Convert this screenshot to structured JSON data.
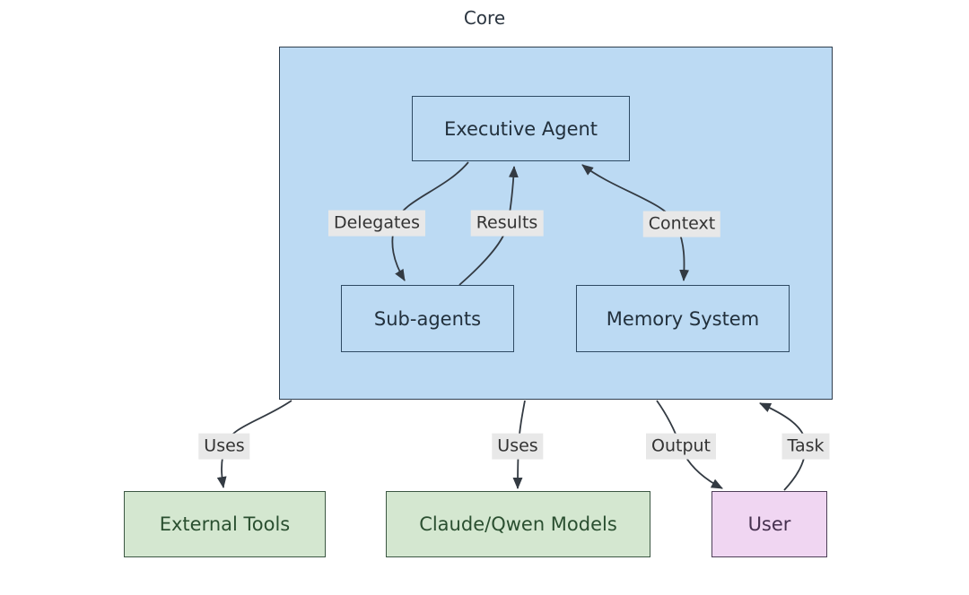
{
  "diagram": {
    "type": "flowchart",
    "cluster": {
      "label": "Core"
    },
    "nodes": {
      "executive_agent": "Executive Agent",
      "sub_agents": "Sub-agents",
      "memory_system": "Memory System",
      "external_tools": "External Tools",
      "claude_qwen_models": "Claude/Qwen Models",
      "user": "User"
    },
    "edge_labels": {
      "delegates": "Delegates",
      "results": "Results",
      "context": "Context",
      "uses_tools": "Uses",
      "uses_models": "Uses",
      "output": "Output",
      "task": "Task"
    },
    "edges": [
      {
        "from": "Executive Agent",
        "to": "Sub-agents",
        "label": "Delegates",
        "arrow": "forward"
      },
      {
        "from": "Sub-agents",
        "to": "Executive Agent",
        "label": "Results",
        "arrow": "forward"
      },
      {
        "from": "Executive Agent",
        "to": "Memory System",
        "label": "Context",
        "arrow": "both"
      },
      {
        "from": "Core",
        "to": "External Tools",
        "label": "Uses",
        "arrow": "forward"
      },
      {
        "from": "Core",
        "to": "Claude/Qwen Models",
        "label": "Uses",
        "arrow": "forward"
      },
      {
        "from": "Core",
        "to": "User",
        "label": "Output",
        "arrow": "forward"
      },
      {
        "from": "User",
        "to": "Core",
        "label": "Task",
        "arrow": "forward"
      }
    ],
    "colors": {
      "canvas_bg": "#ffffff",
      "cluster_fill": "#bcdaf3",
      "cluster_border": "#2f3e4e",
      "blue_node_fill": "#bcdaf3",
      "blue_node_border": "#2e4a63",
      "blue_node_text": "#22303c",
      "green_node_fill": "#d4e7d0",
      "green_node_border": "#3c5743",
      "green_node_text": "#2a4f30",
      "pink_node_fill": "#f0d6f2",
      "pink_node_border": "#4e3f58",
      "pink_node_text": "#46314f",
      "edge_stroke": "#333a42",
      "edge_label_bg": "#e8e8e8",
      "edge_label_text": "#333333"
    }
  }
}
